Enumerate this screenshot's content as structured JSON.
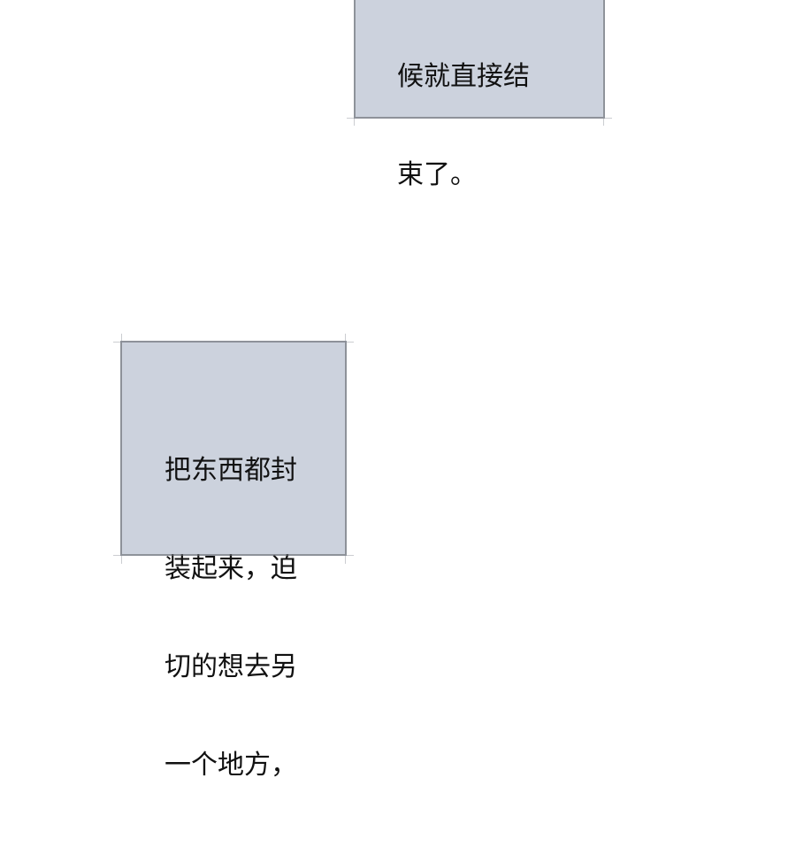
{
  "panels": [
    {
      "id": "top",
      "lines": [
        "候就直接结",
        "束了。"
      ]
    },
    {
      "id": "bottom",
      "lines": [
        "把东西都封",
        "装起来，迫",
        "切的想去另",
        "一个地方，"
      ]
    }
  ],
  "colors": {
    "background": "#ffffff",
    "panel_fill": "#ccd2dd",
    "panel_border": "#8e939a",
    "text": "#111111"
  }
}
